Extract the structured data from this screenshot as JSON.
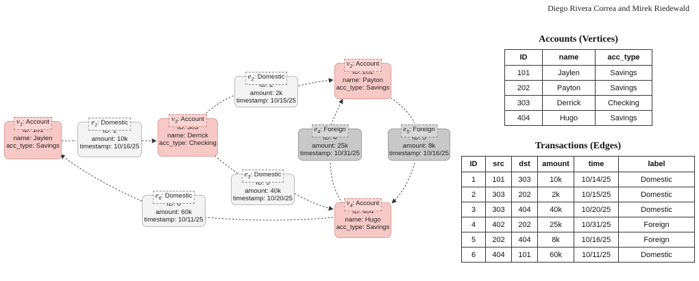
{
  "running_head": "Diego Rivera Correa and Mirek Riedewald",
  "vertices": [
    {
      "key": "v1",
      "letter": "v",
      "sub": "1",
      "type": "Account",
      "lines": [
        "ID: 101",
        "name: Jaylen",
        "acc_type: Savings"
      ]
    },
    {
      "key": "v2",
      "letter": "v",
      "sub": "2",
      "type": "Account",
      "lines": [
        "ID: 202",
        "name: Payton",
        "acc_type: Savings"
      ]
    },
    {
      "key": "v3",
      "letter": "v",
      "sub": "3",
      "type": "Account",
      "lines": [
        "ID: 303",
        "name: Derrick",
        "acc_type: Checking"
      ]
    },
    {
      "key": "v4",
      "letter": "v",
      "sub": "4",
      "type": "Account",
      "lines": [
        "ID: 404",
        "name: Hugo",
        "acc_type: Savings"
      ]
    }
  ],
  "edges": [
    {
      "key": "e1",
      "letter": "e",
      "sub": "1",
      "type": "Domestic",
      "lines": [
        "ID: 1",
        "amount: 10k",
        "timestamp: 10/16/25"
      ]
    },
    {
      "key": "e2",
      "letter": "e",
      "sub": "2",
      "type": "Domestic",
      "lines": [
        "ID: 2",
        "amount: 2k",
        "timestamp: 10/15/25"
      ]
    },
    {
      "key": "e3",
      "letter": "e",
      "sub": "3",
      "type": "Domestic",
      "lines": [
        "ID: 3",
        "amount: 40k",
        "timestamp: 10/20/25"
      ]
    },
    {
      "key": "e4",
      "letter": "e",
      "sub": "4",
      "type": "Foreign",
      "lines": [
        "ID: 4",
        "amount: 25k",
        "timestamp: 10/31/25"
      ]
    },
    {
      "key": "e5",
      "letter": "e",
      "sub": "5",
      "type": "Foreign",
      "lines": [
        "ID: 5",
        "amount: 8k",
        "timestamp: 10/16/25"
      ]
    },
    {
      "key": "e6",
      "letter": "e",
      "sub": "6",
      "type": "Domestic",
      "lines": [
        "ID: 6",
        "amount: 60k",
        "timestamp: 10/11/25"
      ]
    }
  ],
  "accounts_table": {
    "caption": "Accounts (Vertices)",
    "headers": [
      "ID",
      "name",
      "acc_type"
    ],
    "rows": [
      [
        "101",
        "Jaylen",
        "Savings"
      ],
      [
        "202",
        "Payton",
        "Savings"
      ],
      [
        "303",
        "Derrick",
        "Checking"
      ],
      [
        "404",
        "Hugo",
        "Savings"
      ]
    ]
  },
  "transactions_table": {
    "caption": "Transactions (Edges)",
    "headers": [
      "ID",
      "src",
      "dst",
      "amount",
      "time",
      "label"
    ],
    "rows": [
      [
        "1",
        "101",
        "303",
        "10k",
        "10/14/25",
        "Domestic"
      ],
      [
        "2",
        "303",
        "202",
        "2k",
        "10/15/25",
        "Domestic"
      ],
      [
        "3",
        "303",
        "404",
        "40k",
        "10/20/25",
        "Domestic"
      ],
      [
        "4",
        "402",
        "202",
        "25k",
        "10/31/25",
        "Foreign"
      ],
      [
        "5",
        "202",
        "404",
        "8k",
        "10/16/25",
        "Foreign"
      ],
      [
        "6",
        "404",
        "101",
        "60k",
        "10/11/25",
        "Domestic"
      ]
    ]
  }
}
